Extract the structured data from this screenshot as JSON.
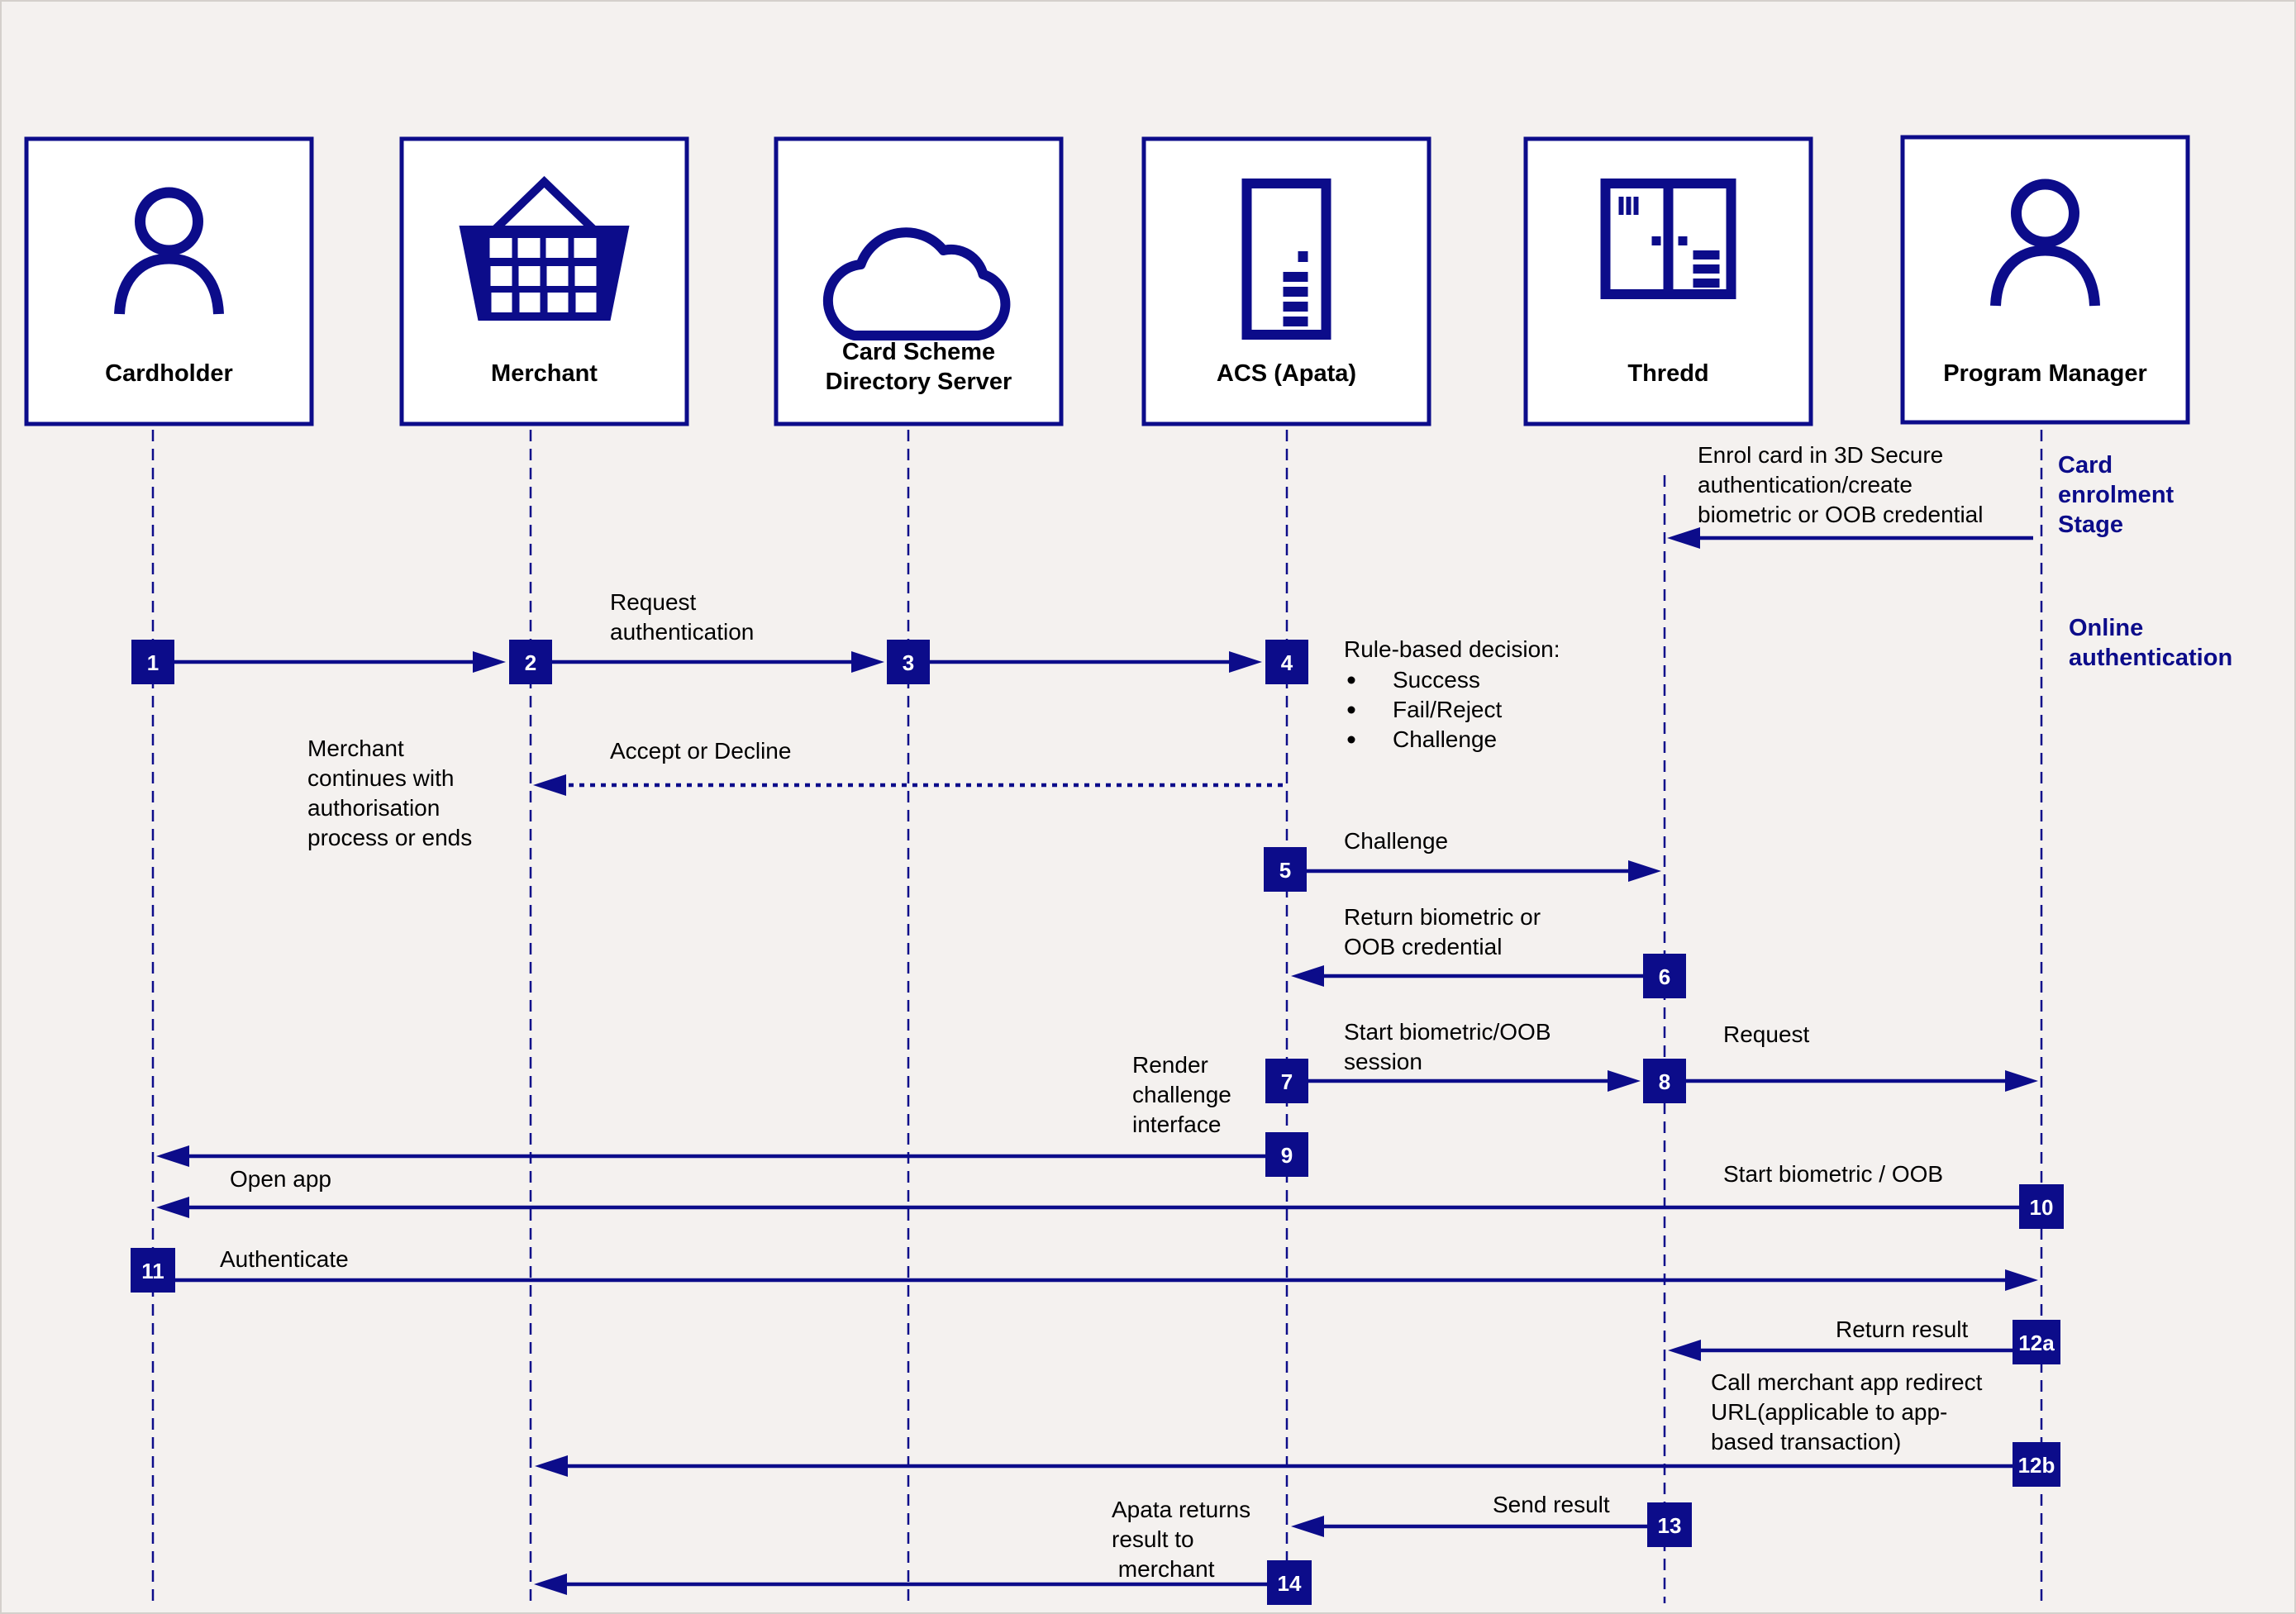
{
  "colors": {
    "primary": "#0c0c8a",
    "background": "#f4f1ef",
    "box_fill": "#ffffff",
    "text": "#000000"
  },
  "actors": [
    {
      "id": "cardholder",
      "label": [
        "Cardholder"
      ],
      "icon": "person-icon"
    },
    {
      "id": "merchant",
      "label": [
        "Merchant"
      ],
      "icon": "shopping-basket-icon"
    },
    {
      "id": "ds",
      "label": [
        "Card Scheme",
        "Directory Server"
      ],
      "icon": "cloud-icon"
    },
    {
      "id": "acs",
      "label": [
        "ACS (Apata)"
      ],
      "icon": "server-icon"
    },
    {
      "id": "thredd",
      "label": [
        "Thredd"
      ],
      "icon": "server-rack-icon"
    },
    {
      "id": "pm",
      "label": [
        "Program Manager"
      ],
      "icon": "person-icon"
    }
  ],
  "stages": [
    {
      "label": [
        "Card",
        "enrolment",
        "Stage"
      ]
    },
    {
      "label": [
        "Online",
        "authentication"
      ]
    }
  ],
  "messages": [
    {
      "id": "enrol",
      "from": "pm",
      "to": "thredd",
      "text": [
        "Enrol card in 3D Secure",
        "authentication/create",
        "biometric or OOB credential"
      ]
    },
    {
      "id": "m1-2",
      "from": "cardholder",
      "to": "merchant",
      "text": []
    },
    {
      "id": "m2-3",
      "from": "merchant",
      "to": "ds",
      "text": [
        "Request",
        "authentication"
      ]
    },
    {
      "id": "m3-4",
      "from": "ds",
      "to": "acs",
      "text": []
    },
    {
      "id": "accept-decline",
      "from": "acs",
      "to": "merchant",
      "dotted": true,
      "text": [
        "Accept or Decline"
      ]
    },
    {
      "id": "m5",
      "from": "acs",
      "to": "thredd",
      "text": [
        "Challenge"
      ]
    },
    {
      "id": "m6",
      "from": "thredd",
      "to": "acs",
      "text": [
        "Return biometric or",
        "OOB credential"
      ]
    },
    {
      "id": "m7",
      "from": "acs",
      "to": "thredd",
      "text": [
        "Start biometric/OOB",
        "session"
      ]
    },
    {
      "id": "m8",
      "from": "thredd",
      "to": "pm",
      "text": [
        "Request"
      ]
    },
    {
      "id": "m9",
      "from": "acs",
      "to": "cardholder",
      "text": [
        "Open app"
      ]
    },
    {
      "id": "m10",
      "from": "pm",
      "to": "cardholder",
      "text": [
        "Start biometric / OOB"
      ]
    },
    {
      "id": "m11",
      "from": "cardholder",
      "to": "pm",
      "text": [
        "Authenticate"
      ]
    },
    {
      "id": "m12a",
      "from": "pm",
      "to": "thredd",
      "text": [
        "Return result"
      ]
    },
    {
      "id": "m12b",
      "from": "pm",
      "to": "merchant",
      "text": [
        "Call merchant app redirect",
        "URL(applicable to app-",
        "based transaction)"
      ]
    },
    {
      "id": "m13",
      "from": "thredd",
      "to": "acs",
      "text": [
        "Send result"
      ]
    },
    {
      "id": "m14",
      "from": "acs",
      "to": "merchant",
      "text": []
    }
  ],
  "steps": [
    "1",
    "2",
    "3",
    "4",
    "5",
    "6",
    "7",
    "8",
    "9",
    "10",
    "11",
    "12a",
    "12b",
    "13",
    "14"
  ],
  "notes": [
    {
      "id": "rule-decision",
      "title": "Rule-based decision:",
      "bullets": [
        "Success",
        "Fail/Reject",
        "Challenge"
      ]
    },
    {
      "id": "merchant-continues",
      "lines": [
        "Merchant",
        "continues with",
        "authorisation",
        "process or ends"
      ]
    },
    {
      "id": "render-challenge",
      "lines": [
        "Render",
        "challenge",
        "interface"
      ]
    },
    {
      "id": "apata-returns",
      "lines": [
        "Apata returns",
        "result to",
        " merchant"
      ]
    }
  ]
}
